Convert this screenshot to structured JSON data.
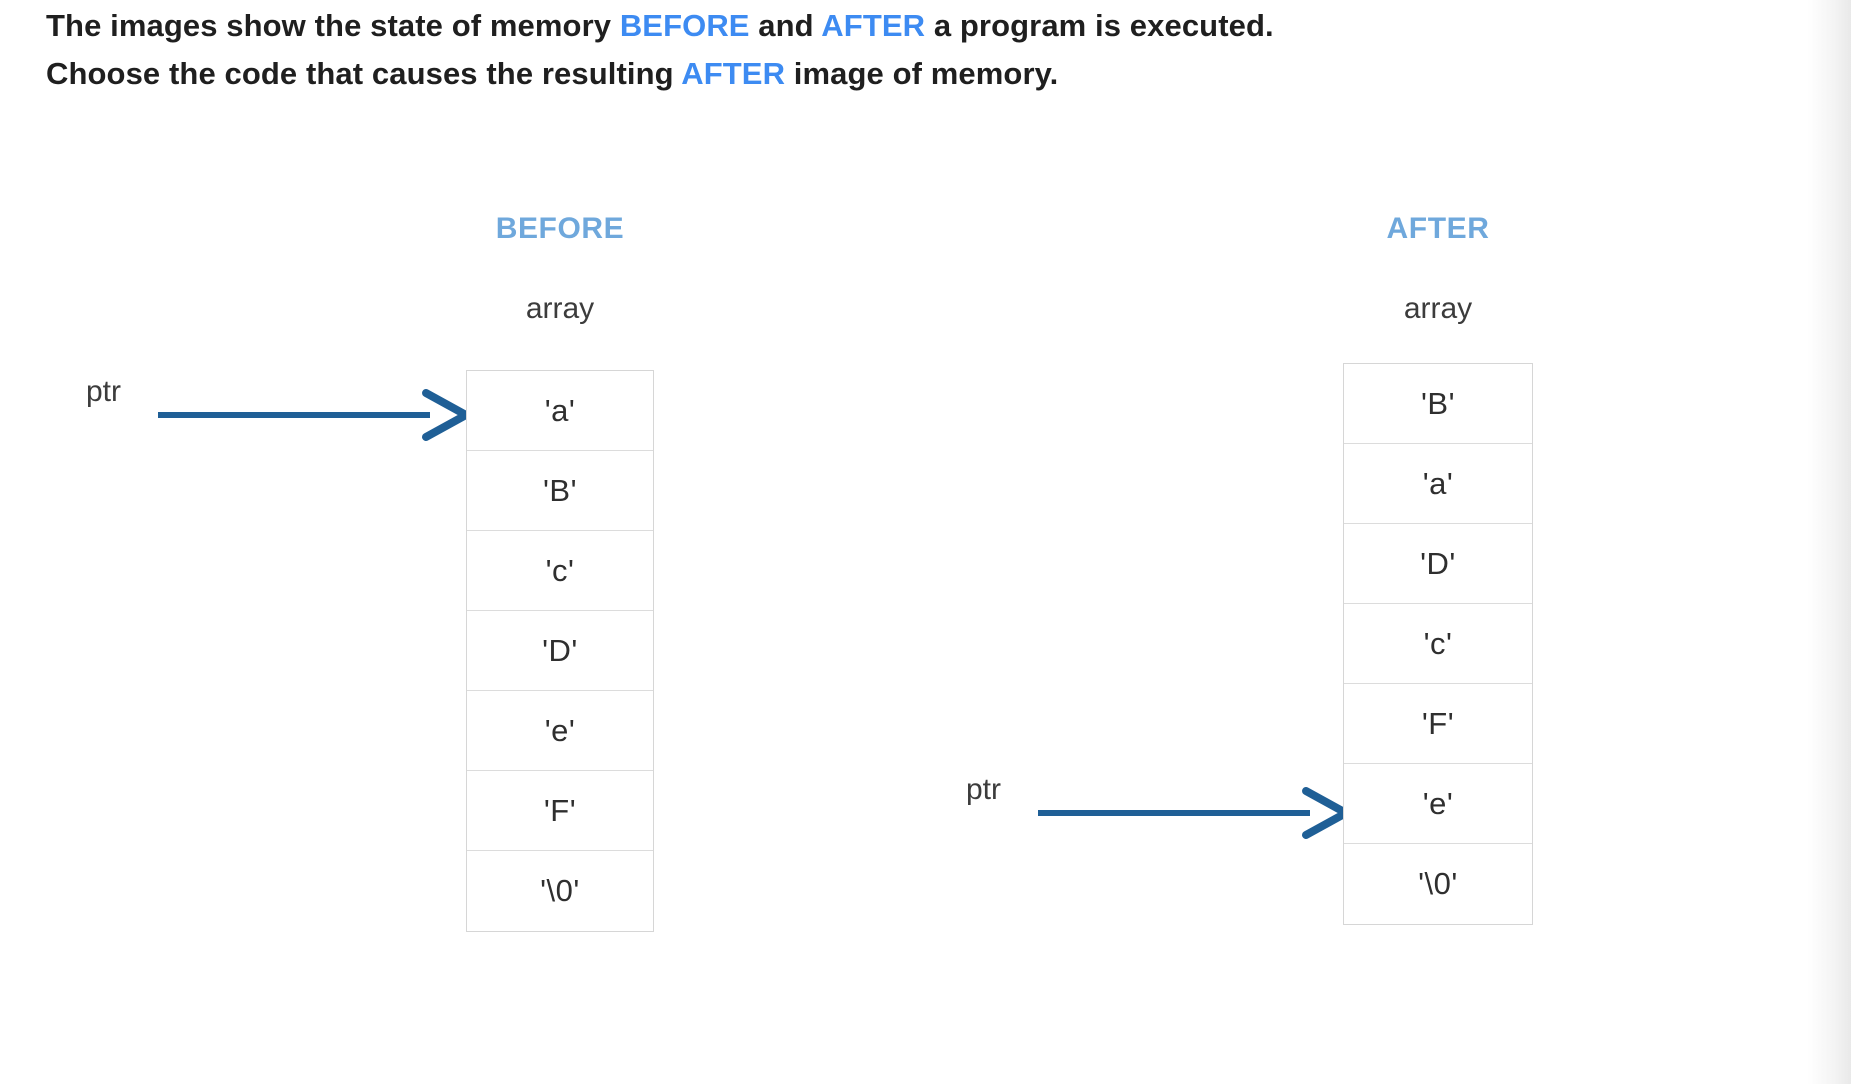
{
  "prompt": {
    "line1_part1": "The images show the state of memory ",
    "line1_before": "BEFORE",
    "line1_part2": " and ",
    "line1_after": "AFTER",
    "line1_part3": " a program is executed.",
    "line2_part1": "Choose the code that causes the resulting ",
    "line2_after": "AFTER",
    "line2_part2": " image of memory."
  },
  "colors": {
    "keyword_blue": "#3d8bf2",
    "heading_blue": "#6fa8dc",
    "arrow_blue": "#1f5f96",
    "cell_border": "#dcdcdc",
    "text_dark": "#2f2f2f"
  },
  "panels": {
    "before": {
      "heading": "BEFORE",
      "array_label": "array",
      "pointer_label": "ptr",
      "pointer_target_index": 0,
      "cells": [
        "'a'",
        "'B'",
        "'c'",
        "'D'",
        "'e'",
        "'F'",
        "'\\0'"
      ]
    },
    "after": {
      "heading": "AFTER",
      "array_label": "array",
      "pointer_label": "ptr",
      "pointer_target_index": 5,
      "cells": [
        "'B'",
        "'a'",
        "'D'",
        "'c'",
        "'F'",
        "'e'",
        "'\\0'"
      ]
    }
  }
}
